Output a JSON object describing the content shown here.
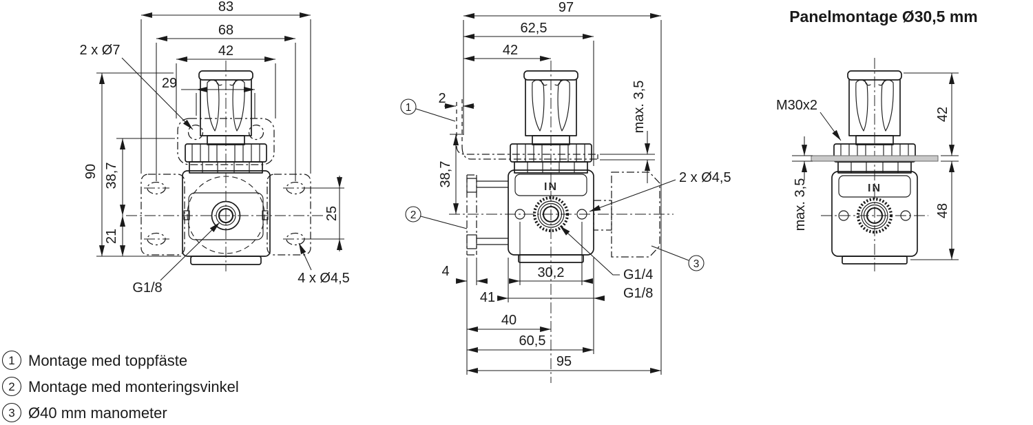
{
  "title": "Panelmontage Ø30,5 mm",
  "views": {
    "left": {
      "dims": {
        "w83": "83",
        "w68": "68",
        "w42": "42",
        "w29": "29",
        "h90": "90",
        "h38_7": "38,7",
        "h21": "21",
        "h25": "25"
      },
      "labels": {
        "top_holes": "2 x Ø7",
        "port": "G1/8",
        "flange_holes": "4 x Ø4,5"
      }
    },
    "middle": {
      "dims": {
        "w97": "97",
        "w62_5": "62,5",
        "w42": "42",
        "t2": "2",
        "h38_7": "38,7",
        "max_t": "max. 3,5",
        "w4": "4",
        "w30_2": "30,2",
        "w41": "41",
        "w40": "40",
        "w60_5": "60,5",
        "w95": "95"
      },
      "labels": {
        "in": "IN",
        "side_holes": "2 x Ø4,5",
        "port_gauge": "G1/4",
        "port_out": "G1/8",
        "callout1": "1",
        "callout2": "2",
        "callout3": "3"
      }
    },
    "right": {
      "dims": {
        "h42": "42",
        "max_t": "max. 3,5",
        "h48": "48"
      },
      "labels": {
        "in": "IN",
        "thread": "M30x2"
      }
    }
  },
  "legend": {
    "items": [
      {
        "num": "1",
        "label": "Montage med toppfäste"
      },
      {
        "num": "2",
        "label": "Montage med monteringsvinkel"
      },
      {
        "num": "3",
        "label": "Ø40 mm manometer"
      }
    ]
  },
  "colors": {
    "line": "#1a1a1a",
    "panel": "#c9c9c9"
  }
}
